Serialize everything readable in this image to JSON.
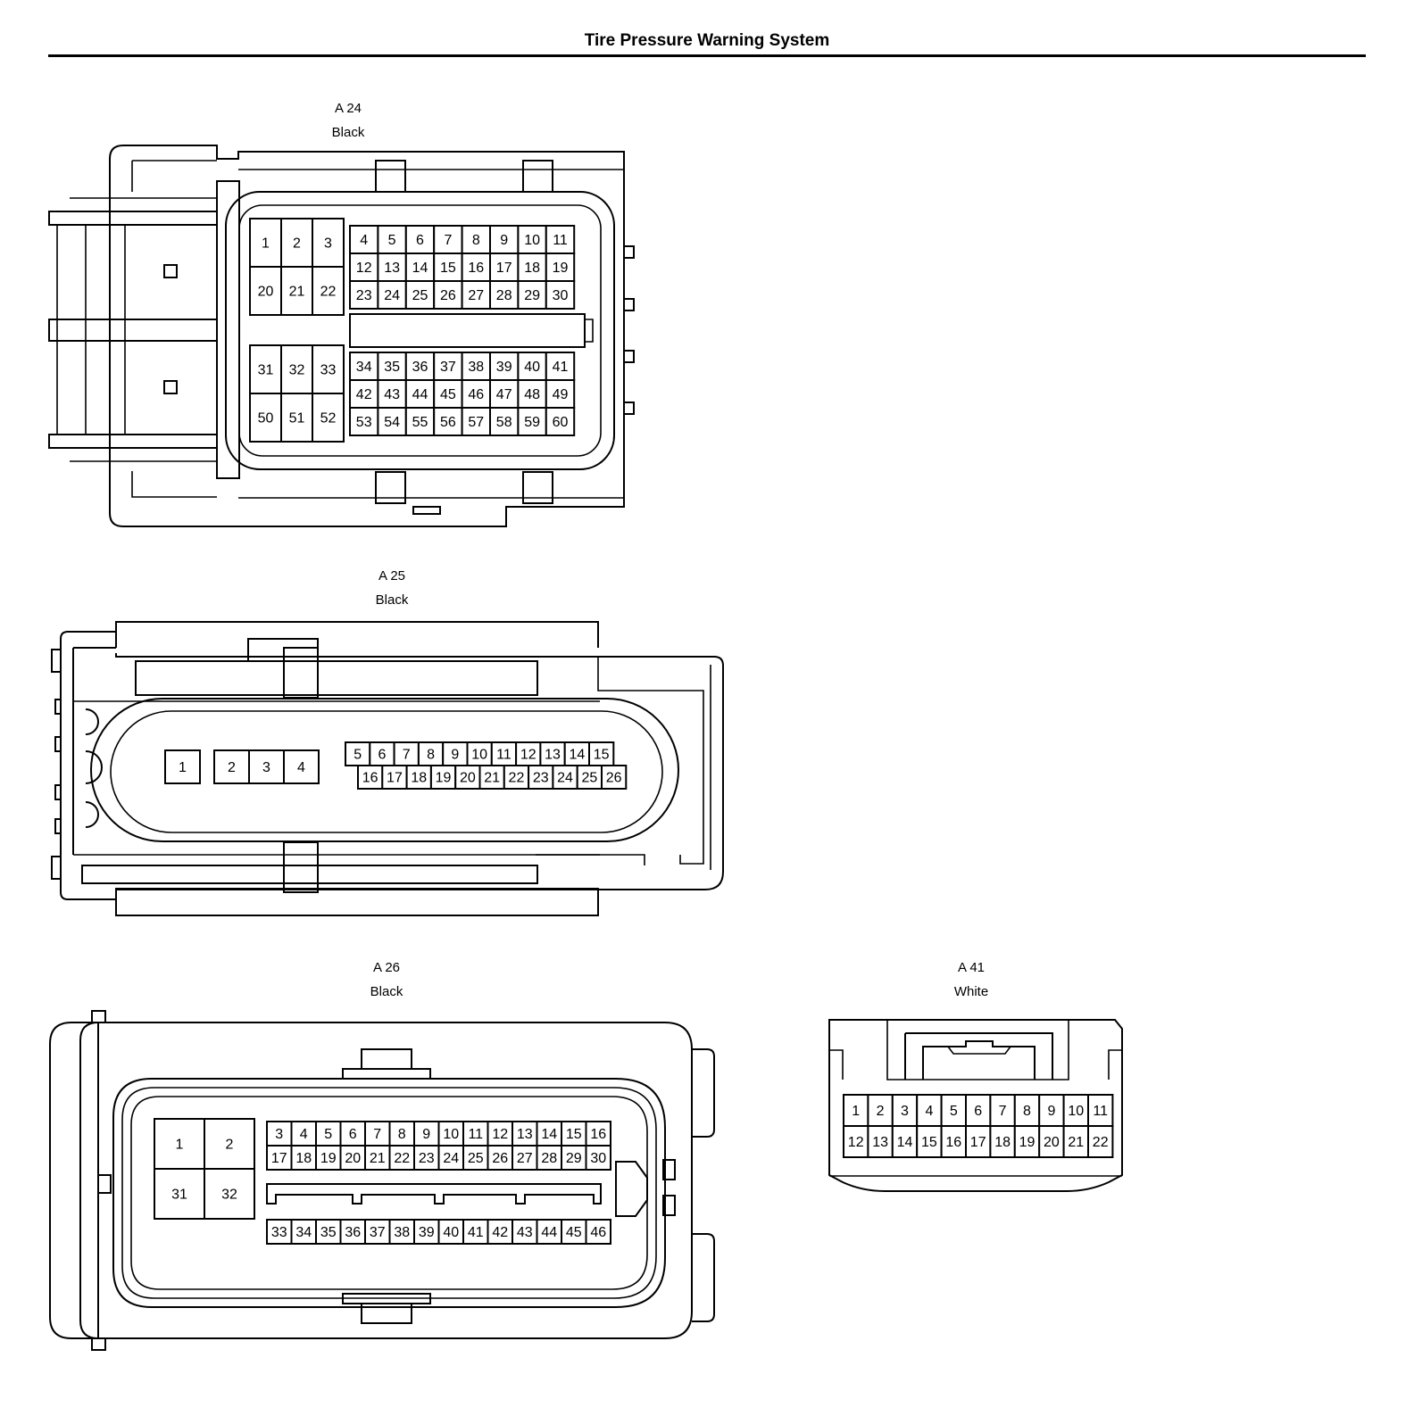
{
  "header": {
    "title": "Tire Pressure Warning System"
  },
  "connectors": [
    {
      "id": "A 24",
      "color": "Black"
    },
    {
      "id": "A 25",
      "color": "Black"
    },
    {
      "id": "A 26",
      "color": "Black"
    },
    {
      "id": "A 41",
      "color": "White"
    }
  ]
}
